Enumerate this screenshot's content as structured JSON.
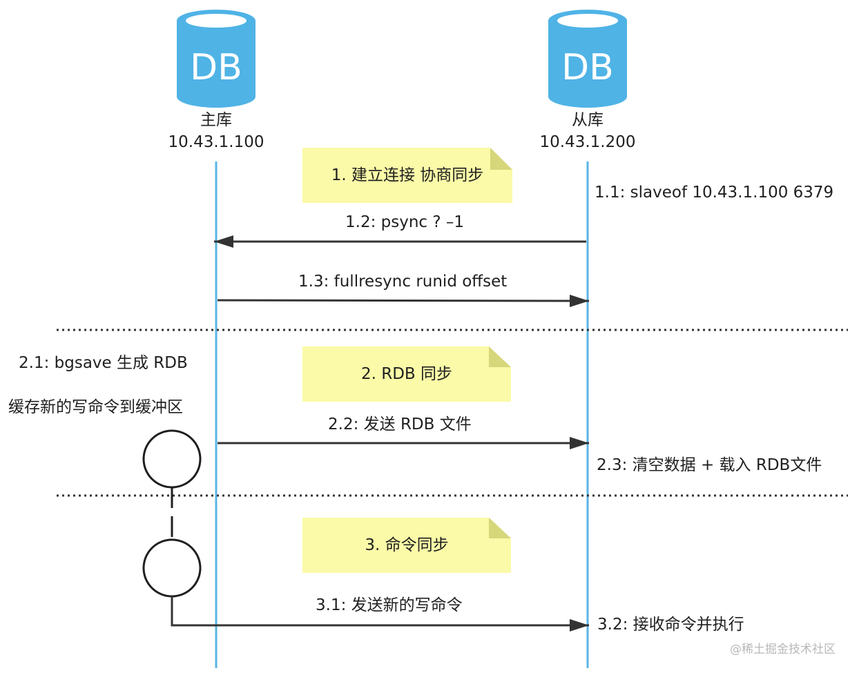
{
  "master": {
    "db_label": "DB",
    "name": "主库",
    "ip": "10.43.1.100"
  },
  "slave": {
    "db_label": "DB",
    "name": "从库",
    "ip": "10.43.1.200"
  },
  "notes": [
    {
      "text": "1. 建立连接 协商同步"
    },
    {
      "text": "2. RDB 同步"
    },
    {
      "text": "3. 命令同步"
    }
  ],
  "messages": {
    "m1_1": "1.1: slaveof 10.43.1.100 6379",
    "m1_2": "1.2: psync ? –1",
    "m1_3": "1.3: fullresync runid offset",
    "m2_1": "2.1: bgsave 生成 RDB",
    "m2_buffer": "缓存新的写命令到缓冲区",
    "m2_2": "2.2: 发送 RDB 文件",
    "m2_3": "2.3: 清空数据 + 载入 RDB文件",
    "m3_1": "3.1: 发送新的写命令",
    "m3_2": "3.2: 接收命令并执行"
  },
  "watermark": "@稀土掘金技术社区",
  "colors": {
    "lifeline": "#5ab4e5",
    "db": "#4fb3e6",
    "note": "#fafaa8",
    "note_fold": "#d6d67a",
    "arrow": "#333333"
  }
}
